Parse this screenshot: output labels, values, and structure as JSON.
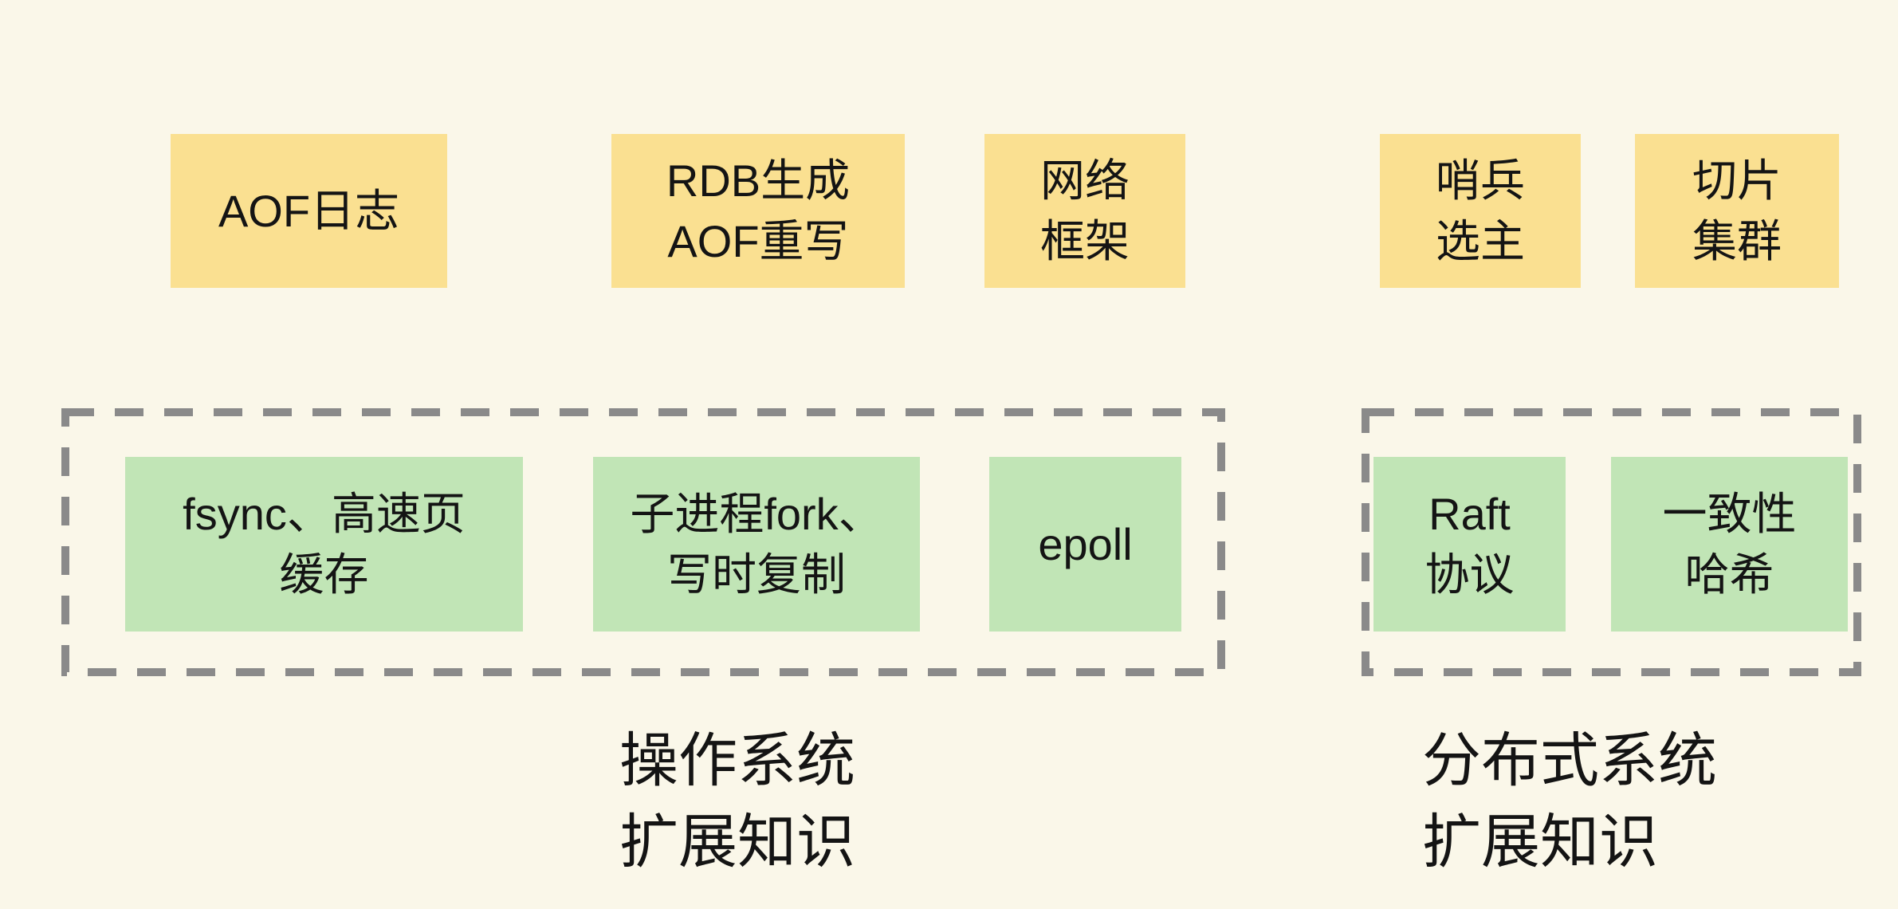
{
  "colors": {
    "background": "#FAF7E9",
    "topic_fill": "#FAE091",
    "detail_fill": "#C1E5B6",
    "outline": "#8A8A8A",
    "text": "#141414"
  },
  "topic_boxes": [
    {
      "label": "AOF日志"
    },
    {
      "label": "RDB生成\nAOF重写"
    },
    {
      "label": "网络\n框架"
    },
    {
      "label": "哨兵\n选主"
    },
    {
      "label": "切片\n集群"
    }
  ],
  "groups": [
    {
      "caption": "操作系统\n扩展知识",
      "items": [
        {
          "label": "fsync、高速页\n缓存"
        },
        {
          "label": "子进程fork、\n写时复制"
        },
        {
          "label": "epoll"
        }
      ]
    },
    {
      "caption": "分布式系统\n扩展知识",
      "items": [
        {
          "label": "Raft\n协议"
        },
        {
          "label": "一致性\n哈希"
        }
      ]
    }
  ]
}
